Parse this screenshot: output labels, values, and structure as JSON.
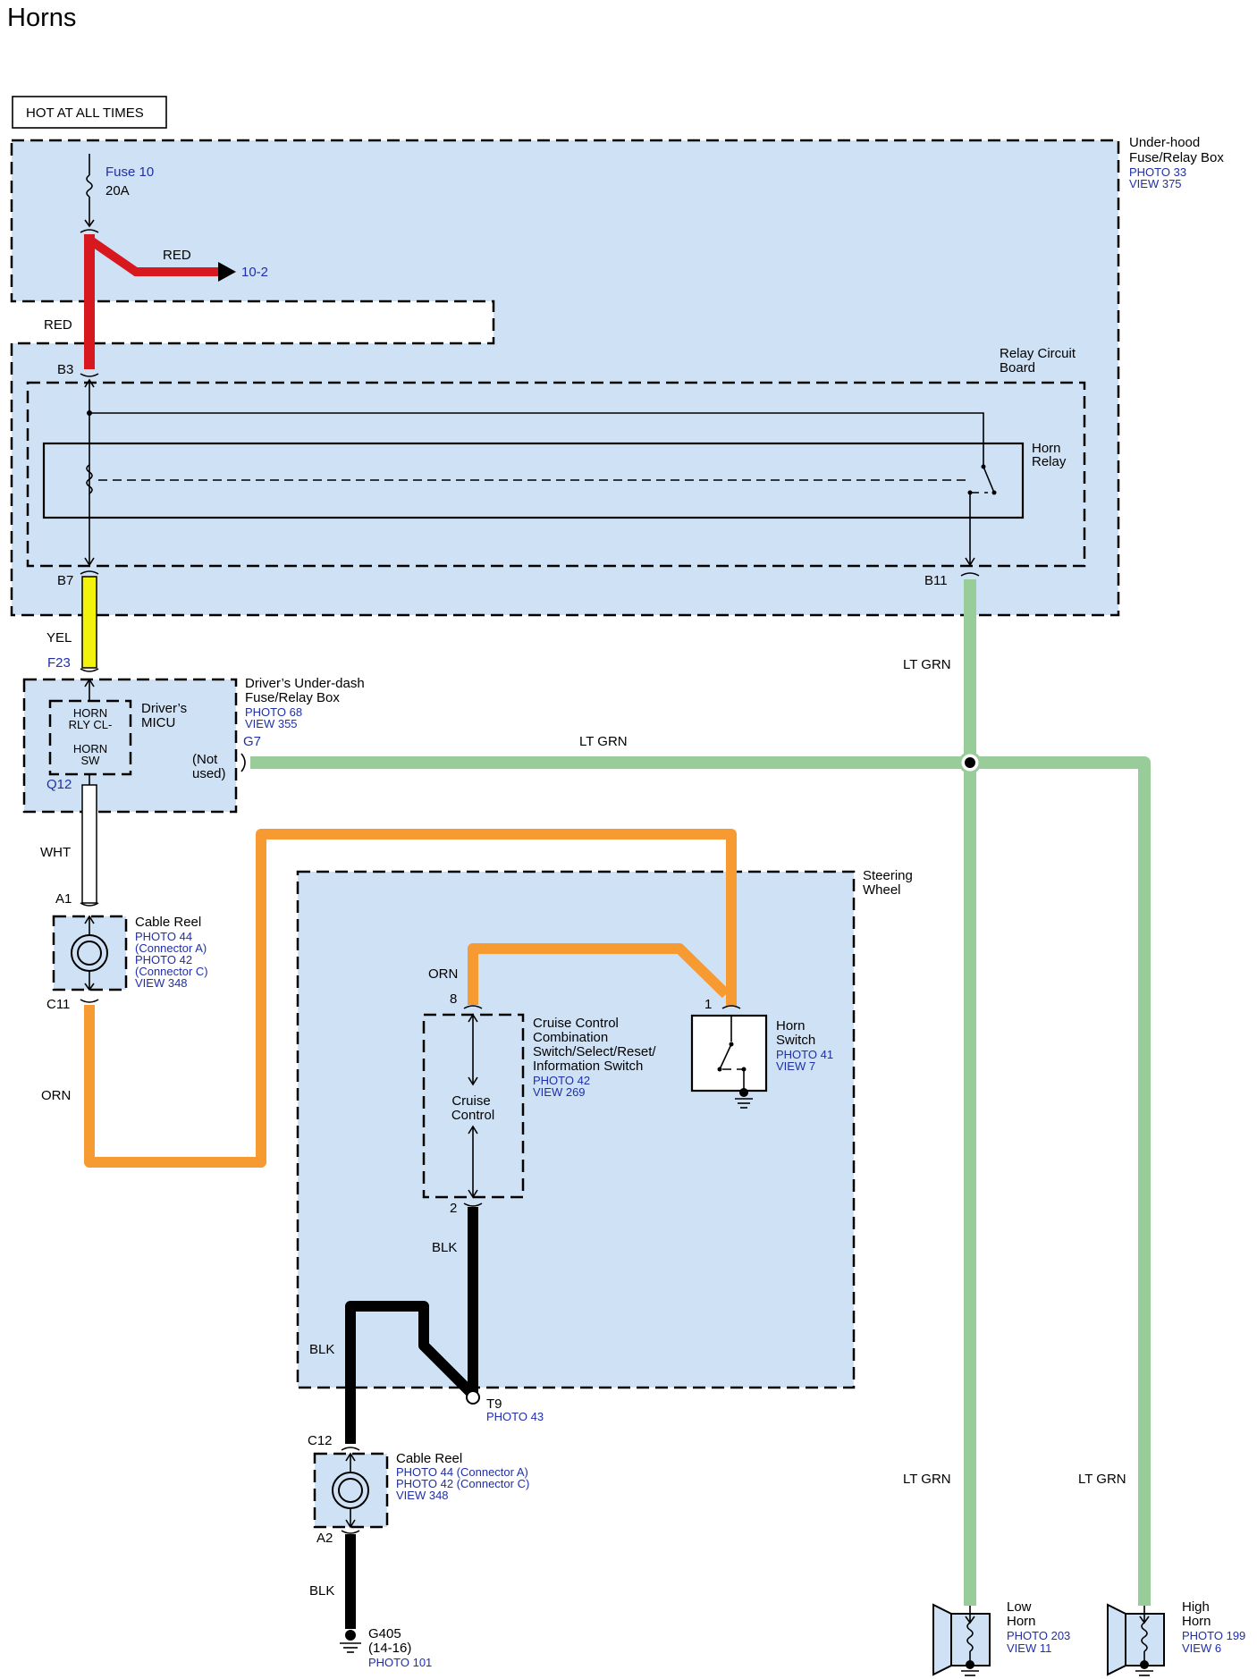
{
  "title": "Horns",
  "hot_label": "HOT AT ALL TIMES",
  "fuse": {
    "name": "Fuse 10",
    "rating": "20A"
  },
  "underhood_box": {
    "name1": "Under-hood",
    "name2": "Fuse/Relay Box",
    "photo": "PHOTO 33",
    "view": "VIEW 375"
  },
  "relay_board": {
    "name1": "Relay Circuit",
    "name2": "Board"
  },
  "horn_relay": {
    "name1": "Horn",
    "name2": "Relay"
  },
  "ref_10_2": "10-2",
  "wires": {
    "red1": "RED",
    "red2": "RED",
    "yel": "YEL",
    "wht": "WHT",
    "orn1": "ORN",
    "orn2": "ORN",
    "ltgrn1": "LT GRN",
    "ltgrn2": "LT GRN",
    "ltgrn3": "LT GRN",
    "ltgrn4": "LT GRN",
    "blk1": "BLK",
    "blk2": "BLK",
    "blk3": "BLK"
  },
  "pins": {
    "b3": "B3",
    "b7": "B7",
    "b11": "B11",
    "f23": "F23",
    "q12": "Q12",
    "g7": "G7",
    "a1": "A1",
    "c11": "C11",
    "c12": "C12",
    "a2": "A2",
    "p8": "8",
    "p2": "2",
    "p1": "1"
  },
  "underdash": {
    "name1": "Driver’s Under-dash",
    "name2": "Fuse/Relay Box",
    "photo": "PHOTO 68",
    "view": "VIEW 355"
  },
  "micu": {
    "name1": "Driver’s",
    "name2": "MICU",
    "in1": "HORN",
    "in2": "RLY CL-",
    "in3": "HORN",
    "in4": "SW",
    "nu1": "(Not",
    "nu2": "used)"
  },
  "cable_reel_1": {
    "name": "Cable Reel",
    "r1": "PHOTO 44",
    "r2": "(Connector A)",
    "r3": "PHOTO 42",
    "r4": "(Connector C)",
    "r5": "VIEW 348"
  },
  "steering": {
    "name1": "Steering",
    "name2": "Wheel"
  },
  "cruise": {
    "l1": "Cruise Control",
    "l2": "Combination",
    "l3": "Switch/Select/Reset/",
    "l4": "Information Switch",
    "photo": "PHOTO 42",
    "view": "VIEW 269",
    "in1": "Cruise",
    "in2": "Control"
  },
  "horn_switch": {
    "name1": "Horn",
    "name2": "Switch",
    "photo": "PHOTO 41",
    "view": "VIEW 7"
  },
  "t9": {
    "name": "T9",
    "photo": "PHOTO 43"
  },
  "cable_reel_2": {
    "name": "Cable Reel",
    "r1": "PHOTO 44 (Connector A)",
    "r2": "PHOTO 42 (Connector C)",
    "r3": "VIEW 348"
  },
  "g405": {
    "name": "G405",
    "sub": "(14-16)",
    "photo": "PHOTO 101"
  },
  "low_horn": {
    "name1": "Low",
    "name2": "Horn",
    "photo": "PHOTO 203",
    "view": "VIEW 11"
  },
  "high_horn": {
    "name1": "High",
    "name2": "Horn",
    "photo": "PHOTO 199",
    "view": "VIEW 6"
  },
  "colors": {
    "red": "#d7181e",
    "yellow": "#f2f20a",
    "orange": "#f79a32",
    "ltgreen": "#98cc98",
    "black": "#000000",
    "box_fill": "#cfe2f5",
    "ref_blue": "#1f2fa8"
  }
}
